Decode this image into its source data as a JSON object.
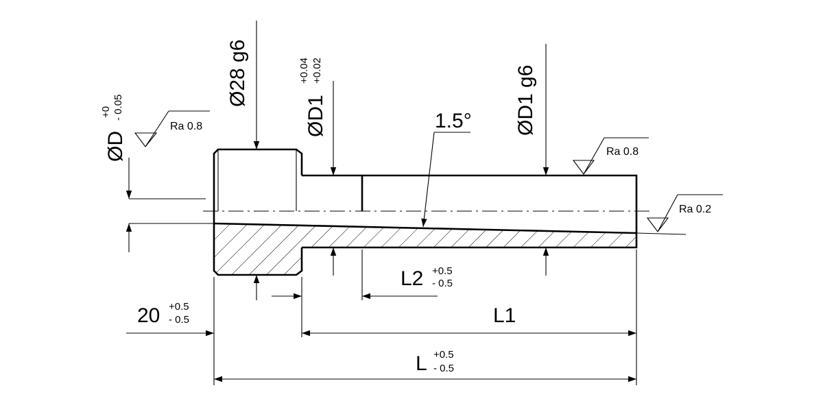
{
  "dimensions": {
    "diameter_D": {
      "label": "ØD",
      "tol_upper": "+0",
      "tol_lower": "- 0.05"
    },
    "diameter_28": {
      "label": "Ø28 g6"
    },
    "diameter_D1_tol": {
      "label": "ØD1",
      "tol_upper": "+0.04",
      "tol_lower": "+0.02"
    },
    "diameter_D1_fit": {
      "label": "ØD1 g6"
    },
    "angle": {
      "label": "1.5°"
    },
    "length_L2": {
      "label": "L2",
      "tol_upper": "+0.5",
      "tol_lower": "- 0.5"
    },
    "length_20": {
      "label": "20",
      "tol_upper": "+0.5",
      "tol_lower": "- 0.5"
    },
    "length_L1": {
      "label": "L1"
    },
    "length_L": {
      "label": "L",
      "tol_upper": "+0.5",
      "tol_lower": "- 0.5"
    }
  },
  "surface_finish": {
    "left": "Ra 0.8",
    "top_right": "Ra 0.8",
    "bore": "Ra 0.2"
  }
}
